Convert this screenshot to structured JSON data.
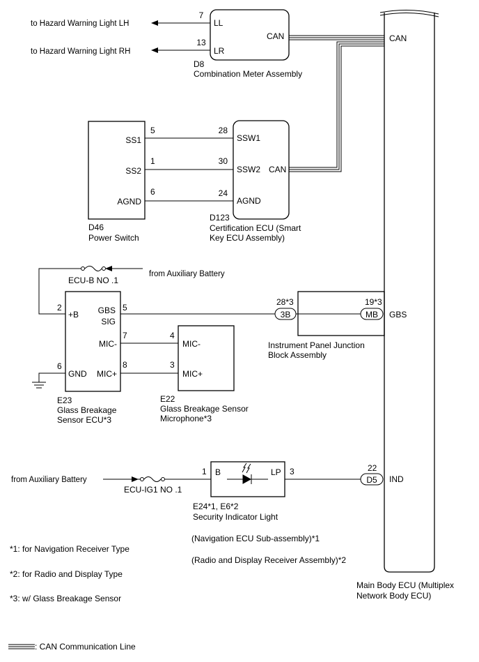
{
  "meter": {
    "to_lh": "to Hazard Warning Light LH",
    "to_rh": "to Hazard Warning Light RH",
    "pin_ll": "7",
    "pin_lr": "13",
    "ll": "LL",
    "lr": "LR",
    "can": "CAN",
    "code": "D8",
    "name": "Combination Meter Assembly"
  },
  "body_ecu": {
    "can": "CAN",
    "gbs": "GBS",
    "ind": "IND",
    "name1": "Main Body ECU (Multiplex",
    "name2": "Network Body ECU)"
  },
  "power_switch": {
    "ss1": "SS1",
    "ss2": "SS2",
    "agnd": "AGND",
    "pin1": "5",
    "pin2": "1",
    "pin3": "6",
    "code": "D46",
    "name": "Power Switch"
  },
  "cert_ecu": {
    "ssw1": "SSW1",
    "ssw2": "SSW2",
    "agnd": "AGND",
    "can": "CAN",
    "pin1": "28",
    "pin2": "30",
    "pin3": "24",
    "code": "D123",
    "name1": "Certification ECU (Smart",
    "name2": "Key ECU Assembly)"
  },
  "ecub": {
    "fuse": "ECU-B NO .1",
    "from": "from Auxiliary Battery"
  },
  "gb_ecu": {
    "b": "+B",
    "gbs": "GBS",
    "sig": "SIG",
    "mic_minus": "MIC-",
    "mic_plus": "MIC+",
    "gnd": "GND",
    "pin_b": "2",
    "pin_gbs": "5",
    "pin_micm": "7",
    "pin_micp": "8",
    "pin_gnd": "6",
    "code": "E23",
    "name1": "Glass Breakage",
    "name2": "Sensor ECU*3"
  },
  "mic": {
    "mic_minus": "MIC-",
    "mic_plus": "MIC+",
    "pin_m": "4",
    "pin_p": "3",
    "code": "E22",
    "name1": "Glass Breakage Sensor",
    "name2": "Microphone*3"
  },
  "ipjb": {
    "conn_3b": "3B",
    "pin_3b": "28*3",
    "conn_mb": "MB",
    "pin_mb": "19*3",
    "name1": "Instrument Panel Junction",
    "name2": "Block Assembly"
  },
  "indicator": {
    "from": "from Auxiliary Battery",
    "fuse": "ECU-IG1 NO .1",
    "b": "B",
    "lp": "LP",
    "pin_b": "1",
    "pin_lp": "3",
    "conn_d5": "D5",
    "pin_d5": "22",
    "code": "E24*1, E6*2",
    "name": "Security Indicator Light",
    "note1": "(Navigation ECU Sub-assembly)*1",
    "note2": "(Radio and Display Receiver Assembly)*2"
  },
  "footnotes": {
    "n1": "*1: for Navigation Receiver Type",
    "n2": "*2: for Radio and Display Type",
    "n3": "*3: w/ Glass Breakage Sensor"
  },
  "legend": {
    "can_line": ": CAN Communication Line"
  }
}
